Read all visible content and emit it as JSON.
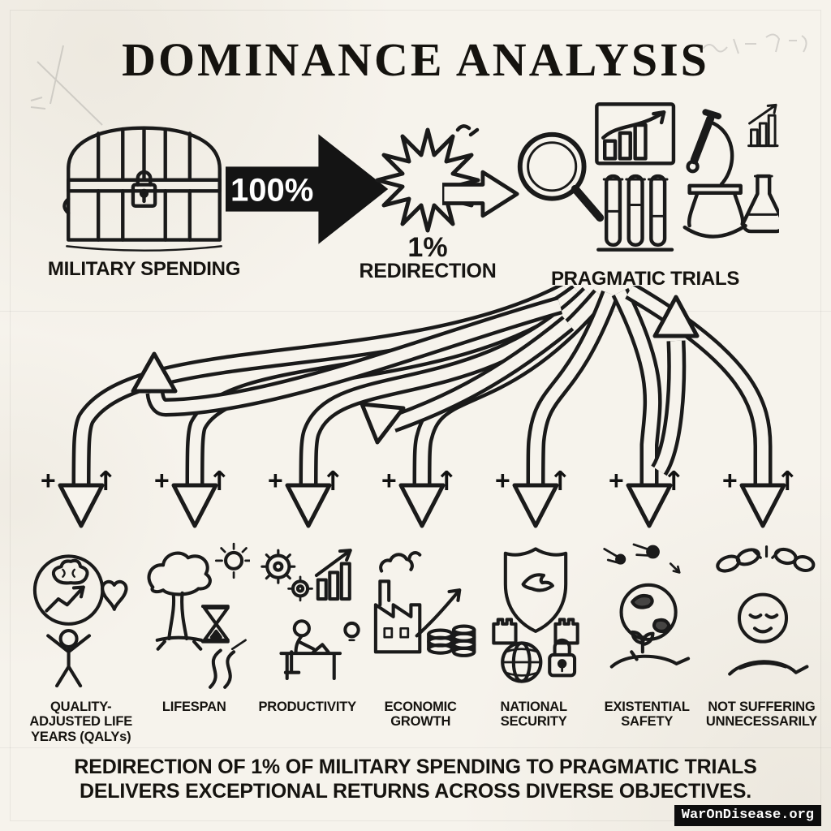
{
  "header": {
    "title": "DOMINANCE ANALYSIS"
  },
  "flow": {
    "source_label": "MILITARY SPENDING",
    "arrow_label": "100%",
    "redirection_value": "1%",
    "redirection_label": "REDIRECTION",
    "destination_label": "PRAGMATIC TRIALS"
  },
  "markers": {
    "plus": "+",
    "up_arrow": "↑"
  },
  "outcomes": [
    {
      "label": "QUALITY-ADJUSTED LIFE YEARS (QALYs)"
    },
    {
      "label": "LIFESPAN"
    },
    {
      "label": "PRODUCTIVITY"
    },
    {
      "label": "ECONOMIC GROWTH"
    },
    {
      "label": "NATIONAL SECURITY"
    },
    {
      "label": "EXISTENTIAL SAFETY"
    },
    {
      "label": "NOT SUFFERING UNNECESSARILY"
    }
  ],
  "caption": {
    "line1": "REDIRECTION OF 1% OF MILITARY SPENDING TO PRAGMATIC TRIALS",
    "line2": "DELIVERS EXCEPTIONAL RETURNS ACROSS DIVERSE OBJECTIVES."
  },
  "footer": {
    "watermark": "WarOnDisease.org"
  },
  "colors": {
    "ink": "#1a1a1a",
    "paper": "#f6f3ec"
  }
}
